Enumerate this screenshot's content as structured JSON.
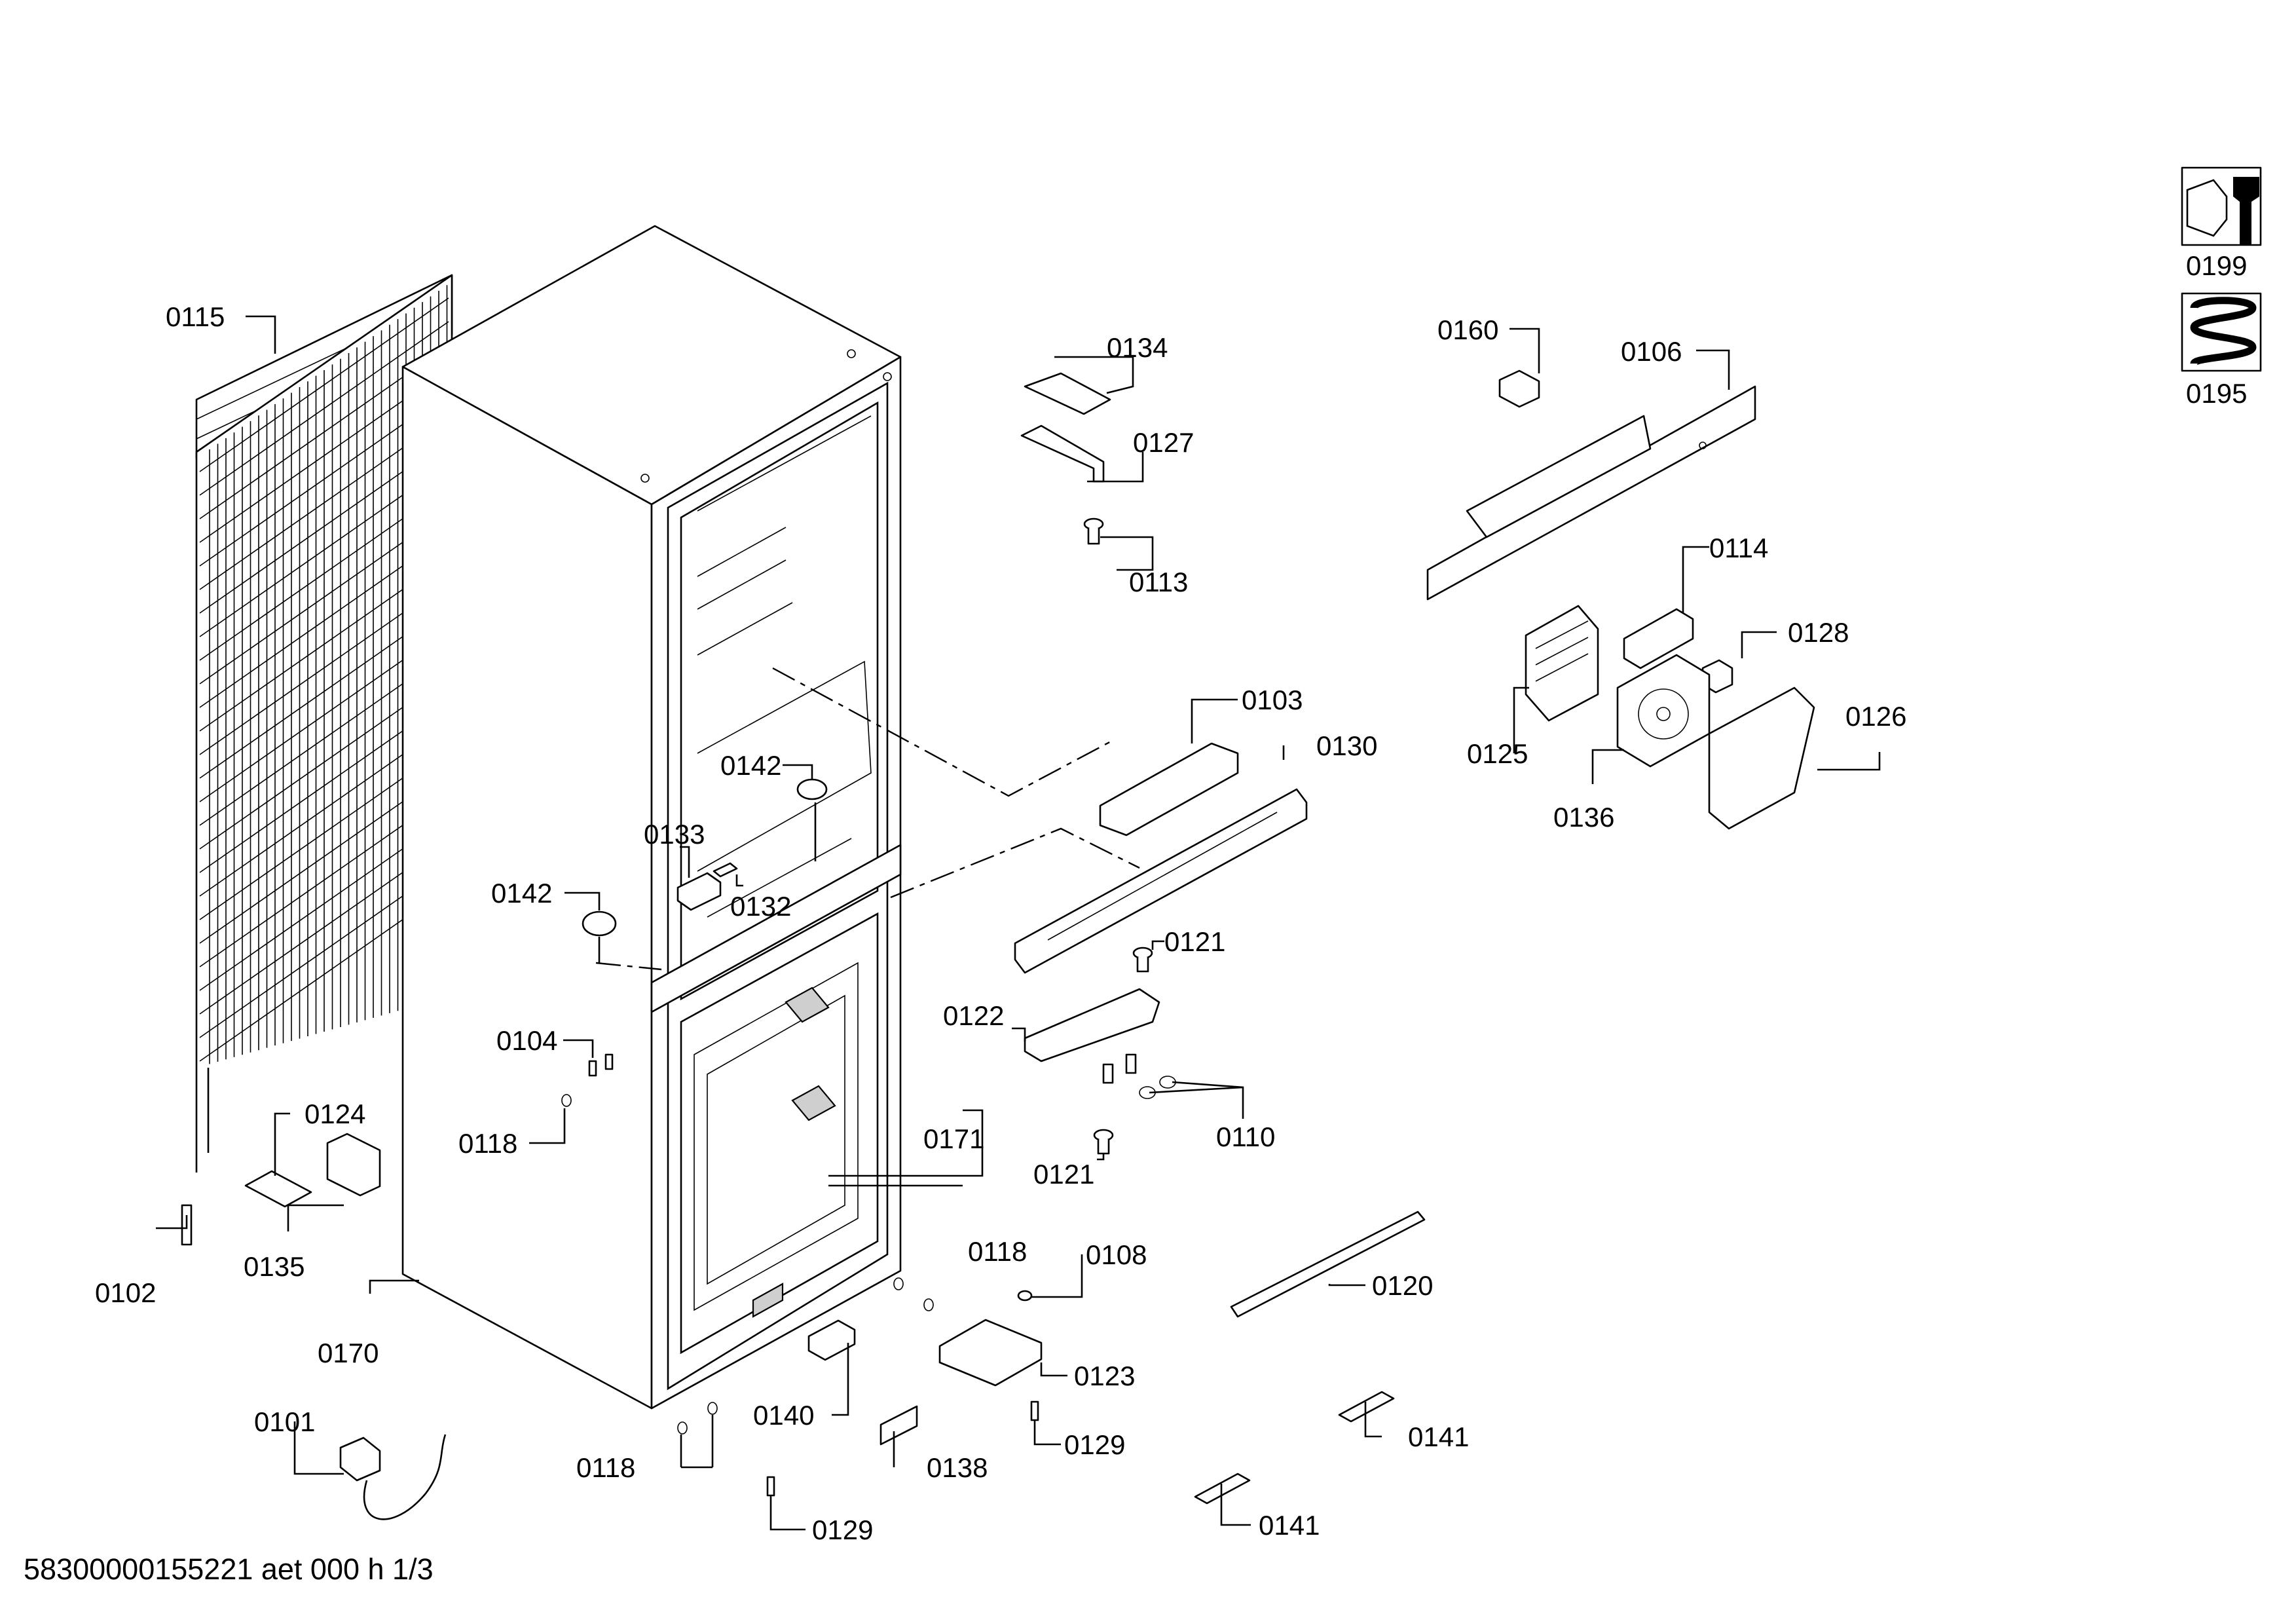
{
  "labels": {
    "p0115": "0115",
    "p0134": "0134",
    "p0127": "0127",
    "p0113": "0113",
    "p0160": "0160",
    "p0106": "0106",
    "p0114": "0114",
    "p0128": "0128",
    "p0125": "0125",
    "p0126": "0126",
    "p0136": "0136",
    "p0103": "0103",
    "p0130": "0130",
    "p0142a": "0142",
    "p0142b": "0142",
    "p0133": "0133",
    "p0132": "0132",
    "p0121a": "0121",
    "p0121b": "0121",
    "p0122": "0122",
    "p0110": "0110",
    "p0104": "0104",
    "p0118a": "0118",
    "p0118b": "0118",
    "p0118c": "0118",
    "p0124": "0124",
    "p0171": "0171",
    "p0102": "0102",
    "p0135": "0135",
    "p0170": "0170",
    "p0108": "0108",
    "p0120": "0120",
    "p0123": "0123",
    "p0101": "0101",
    "p0140": "0140",
    "p0138": "0138",
    "p0129a": "0129",
    "p0129b": "0129",
    "p0141a": "0141",
    "p0141b": "0141",
    "p0199": "0199",
    "p0195": "0195"
  },
  "footer": {
    "doc_id": "58300000155221 aet 000 h 1/3"
  },
  "icons": {
    "service_kit": "wrench-nut-icon",
    "refrigerant_coil": "coil-icon"
  }
}
